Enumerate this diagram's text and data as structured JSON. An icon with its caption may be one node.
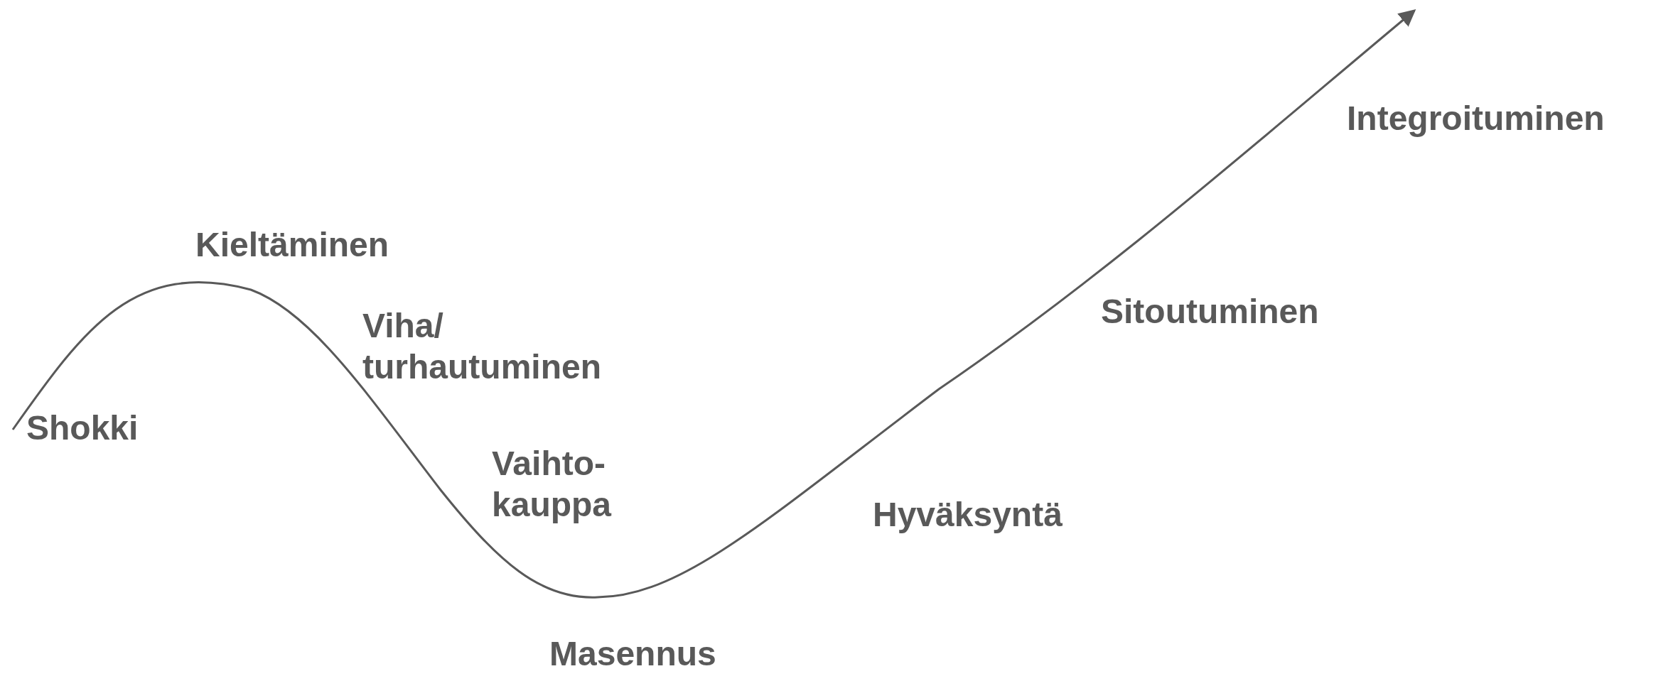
{
  "diagram": {
    "labels": [
      "Integroituminen",
      "Kieltäminen",
      "Sitoutuminen",
      "Viha/ turhautuminen",
      "Shokki",
      "Vaihto- kauppa",
      "Hyväksyntä",
      "Masennus"
    ]
  }
}
